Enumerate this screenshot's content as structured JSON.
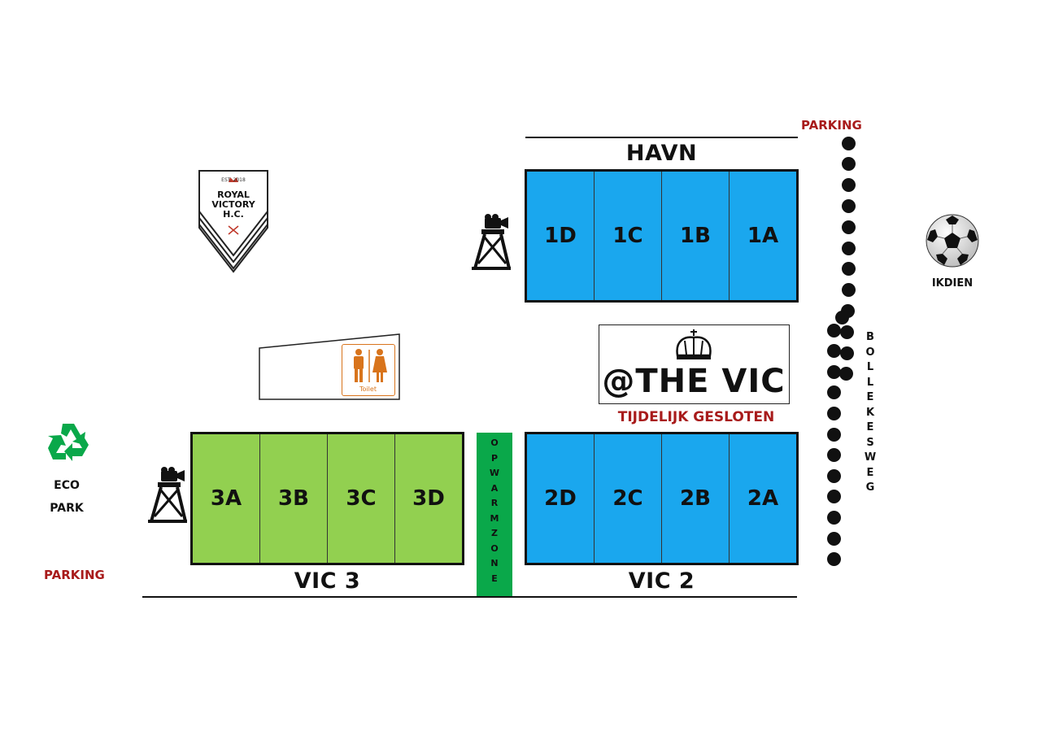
{
  "labels": {
    "parking_top": "PARKING",
    "parking_left": "PARKING",
    "havn": "HAVN",
    "vic3": "VIC 3",
    "vic2": "VIC 2",
    "eco_line1": "ECO",
    "eco_line2": "PARK",
    "ikdien": "IKDIEN",
    "the_vic": "@THE VIC",
    "closed": "TIJDELIJK GESLOTEN",
    "toilet": "Toilet"
  },
  "logo": {
    "est": "EST. 2018",
    "line1": "ROYAL",
    "line2": "VICTORY",
    "line3": "H.C."
  },
  "vertical_labels": {
    "opwarmzone": [
      "O",
      "P",
      "W",
      "A",
      "R",
      "M",
      "Z",
      "O",
      "N",
      "E"
    ],
    "bollekesweg": [
      "B",
      "O",
      "L",
      "L",
      "E",
      "K",
      "E",
      "S",
      "W",
      "E",
      "G"
    ]
  },
  "fields": {
    "havn_courts": [
      "1D",
      "1C",
      "1B",
      "1A"
    ],
    "vic3_courts": [
      "3A",
      "3B",
      "3C",
      "3D"
    ],
    "vic2_courts": [
      "2D",
      "2C",
      "2B",
      "2A"
    ]
  },
  "colors": {
    "blue": "#1aa7ee",
    "green": "#92d050",
    "warmup": "#0aa84a",
    "red_text": "#a81b1b",
    "toilet": "#d8741c"
  },
  "icons": [
    "camera-tower-icon",
    "recycle-icon",
    "soccer-ball-icon",
    "crown-icon",
    "toilet-icon",
    "logo-shield-icon"
  ]
}
